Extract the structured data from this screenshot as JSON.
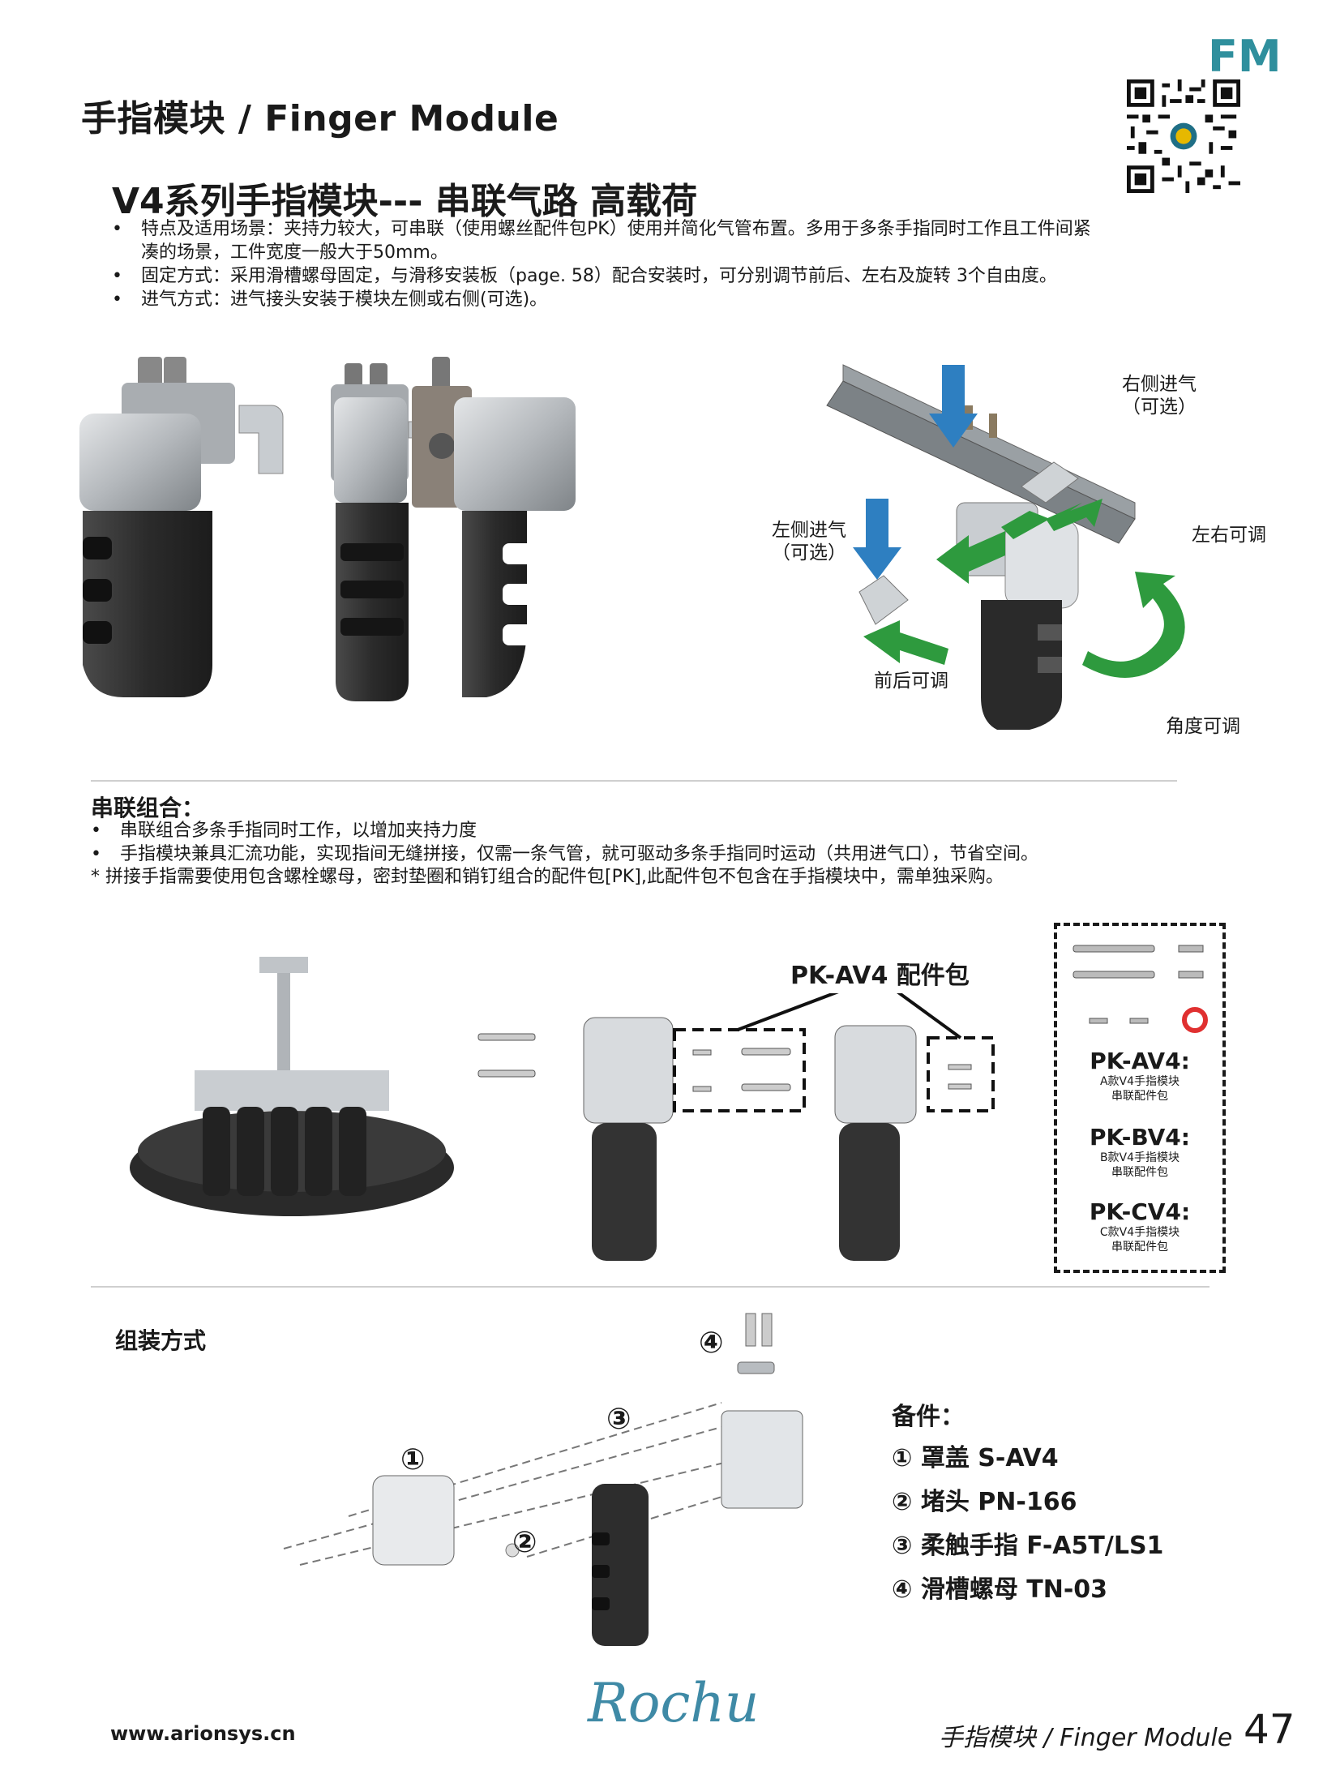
{
  "header": {
    "tag": "FM",
    "title": "手指模块 / Finger Module"
  },
  "v4": {
    "title": "V4系列手指模块--- 串联气路 高载荷",
    "bullets": [
      "特点及适用场景：夹持力较大，可串联（使用螺丝配件包PK）使用并简化气管布置。多用于多条手指同时工作且工件间紧凑的场景，工件宽度一般大于50mm。",
      "固定方式：采用滑槽螺母固定，与滑移安装板（page. 58）配合安装时，可分别调节前后、左右及旋转 3个自由度。",
      "进气方式：进气接头安装于模块左侧或右侧(可选)。"
    ],
    "callouts": {
      "right_inlet": "右侧进气",
      "right_optional": "（可选）",
      "left_inlet": "左侧进气",
      "left_optional": "（可选）",
      "left_right_adjust": "左右可调",
      "front_back_adjust": "前后可调",
      "angle_adjust": "角度可调"
    }
  },
  "series": {
    "heading": "串联组合：",
    "bullets": [
      "串联组合多条手指同时工作，以增加夹持力度",
      "手指模块兼具汇流功能，实现指间无缝拼接，仅需一条气管，就可驱动多条手指同时运动（共用进气口），节省空间。"
    ],
    "note": "* 拼接手指需要使用包含螺栓螺母，密封垫圈和销钉组合的配件包[PK],此配件包不包含在手指模块中，需单独采购。",
    "pk_label": "PK-AV4 配件包",
    "pk_items": [
      {
        "name": "PK-AV4:",
        "desc1": "A款V4手指模块",
        "desc2": "串联配件包"
      },
      {
        "name": "PK-BV4:",
        "desc1": "B款V4手指模块",
        "desc2": "串联配件包"
      },
      {
        "name": "PK-CV4:",
        "desc1": "C款V4手指模块",
        "desc2": "串联配件包"
      }
    ]
  },
  "assembly": {
    "heading": "组装方式",
    "markers": [
      "①",
      "②",
      "③",
      "④"
    ],
    "parts_heading": "备件：",
    "parts": [
      "① 罩盖 S-AV4",
      "② 堵头 PN-166",
      "③ 柔触手指 F-A5T/LS1",
      "④ 滑槽螺母 TN-03"
    ]
  },
  "footer": {
    "url": "www.arionsys.cn",
    "logo_text": "Rochu",
    "title": "手指模块 / Finger Module",
    "page": "47"
  },
  "colors": {
    "accent_teal": "#2f8f9d",
    "arrow_blue": "#2e7fc1",
    "arrow_green": "#2e9a3e",
    "finger_black": "#2b2b2b"
  }
}
